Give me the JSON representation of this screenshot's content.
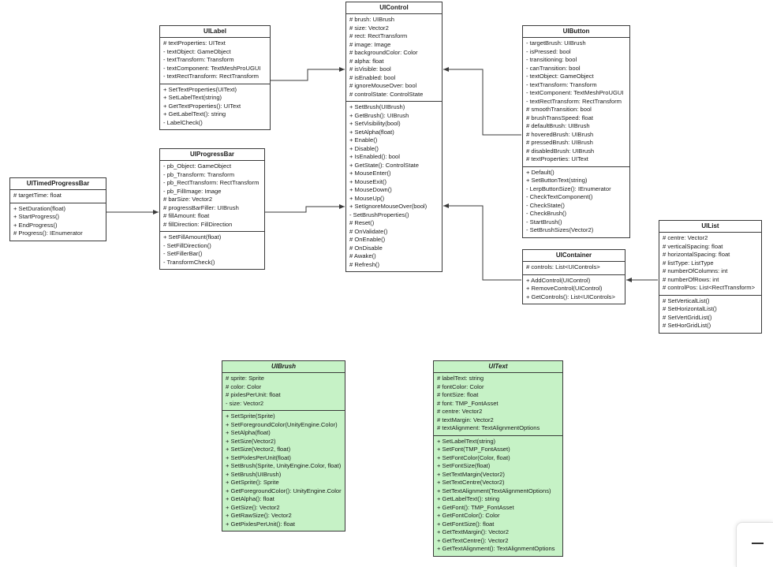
{
  "classes": [
    {
      "id": "UIControl",
      "name": "UIControl",
      "fill": "#ffffff",
      "italic": false,
      "fields": [
        "# brush: UIBrush",
        "# size: Vector2",
        "# rect: RectTransform",
        "# image: Image",
        "# backgroundColor: Color",
        "# alpha: float",
        "# isVisible: bool",
        "# isEnabled: bool",
        "# ignoreMouseOver: bool",
        "# controlState: ControlState"
      ],
      "methods": [
        "+ SetBrush(UIBrush)",
        "+ GetBrush(): UIBrush",
        "+ SetVisibility(bool)",
        "+ SetAlpha(float)",
        "+ Enable()",
        "+ Disable()",
        "+ IsEnabled(): bool",
        "+ GetState(): ControlState",
        "+ MouseEnter()",
        "+ MouseExit()",
        "+ MouseDown()",
        "+ MouseUp()",
        "+ SetIgnoreMouseOver(bool)",
        "- SetBrushProperties()",
        "# Reset()",
        "# OnValidate()",
        "# OnEnable()",
        "# OnDisable",
        "# Awake()",
        "# Refresh()"
      ]
    },
    {
      "id": "UILabel",
      "name": "UILabel",
      "fill": "#ffffff",
      "italic": false,
      "fields": [
        "# textProperties: UIText",
        "- textObject: GameObject",
        "- textTransform: Transform",
        "- textComponent: TextMeshProUGUI",
        "- textRectTransform: RectTransform"
      ],
      "methods": [
        "+ SetTextProperties(UIText)",
        "+ SetLabelText(string)",
        "+ GetTextProperties(): UIText",
        "+ GetLabelText(): string",
        "- LabelCheck()"
      ]
    },
    {
      "id": "UIProgressBar",
      "name": "UIProgressBar",
      "fill": "#ffffff",
      "italic": false,
      "fields": [
        "- pb_Object: GameObject",
        "- pb_Transform: Transform",
        "- pb_RectTransform: RectTransform",
        "- pb_FillImage: Image",
        "# barSize: Vector2",
        "# progressBarFiller: UIBrush",
        "# fillAmount: float",
        "# fillDirection: FillDirection"
      ],
      "methods": [
        "+ SetFillAmount(float)",
        "- SetFillDirection()",
        "- SetFillerBar()",
        "- TransformCheck()"
      ]
    },
    {
      "id": "UITimedProgressBar",
      "name": "UITimedProgressBar",
      "fill": "#ffffff",
      "italic": false,
      "fields": [
        "# targetTime: float"
      ],
      "methods": [
        "+ SetDuration(float)",
        "+ StartProgress()",
        "+ EndProgress()",
        "# Progress(): IEnumerator"
      ]
    },
    {
      "id": "UIButton",
      "name": "UIButton",
      "fill": "#ffffff",
      "italic": false,
      "fields": [
        "- targetBrush: UIBrush",
        "- isPressed: bool",
        "- transitioning: bool",
        "- canTransition: bool",
        "- textObject: GameObject",
        "- textTransform: Transform",
        "- textComponent: TextMeshProUGUI",
        "- textRectTransform: RectTransform",
        "# smoothTransition: bool",
        "# brushTransSpeed: float",
        "# defaultBrush: UIBrush",
        "# hoveredBrush: UIBrush",
        "# pressedBrush: UIBrush",
        "# disabledBrush: UIBrush",
        "# textProperties: UIText"
      ],
      "methods": [
        "+ Default()",
        "+ SetButtonText(string)",
        "- LerpButtonSize(): IEnumerator",
        "- CheckTextComponent()",
        "- CheckState()",
        "- CheckBrush()",
        "- StartBrush()",
        "- SetBrushSizes(Vector2)"
      ]
    },
    {
      "id": "UIContainer",
      "name": "UIContainer",
      "fill": "#ffffff",
      "italic": false,
      "fields": [
        "# controls: List<UIControls>"
      ],
      "methods": [
        "+ AddControl(UIControl)",
        "+ RemoveControl(UIControl)",
        "+ GetControls(): List<UIControls>"
      ]
    },
    {
      "id": "UIList",
      "name": "UIList",
      "fill": "#ffffff",
      "italic": false,
      "fields": [
        "# centre: Vector2",
        "# verticalSpacing: float",
        "# horizontalSpacing: float",
        "# listType: ListType",
        "# numberOfColumns: int",
        "# numberOfRows: int",
        "# controlPos: List<RectTransform>"
      ],
      "methods": [
        "# SetVerticalList()",
        "# SetHorizontalList()",
        "# SetVertGridList()",
        "# SetHorGridList()"
      ]
    },
    {
      "id": "UIBrush",
      "name": "UIBrush",
      "fill": "#c6f2c6",
      "italic": true,
      "fields": [
        "# sprite: Sprite",
        "# color: Color",
        "# pixlesPerUnit: float",
        "- size: Vector2"
      ],
      "methods": [
        "+ SetSprite(Sprite)",
        "+ SetForegroundColor(UnityEngine.Color)",
        "+ SetAlpha(float)",
        "+ SetSize(Vector2)",
        "+ SetSize(Vector2, float)",
        "+ SetPixlesPerUnit(float)",
        "+ SetBrush(Sprite, UnityEngine.Color, float)",
        "+ SetBrush(UIBrush)",
        "+ GetSprite(): Sprite",
        "+ GetForegroundColor(): UnityEngine.Color",
        "+ GetAlpha(): float",
        "+ GetSize(): Vector2",
        "+ GetRawSize(): Vector2",
        "+ GetPixlesPerUnit(): float"
      ]
    },
    {
      "id": "UIText",
      "name": "UIText",
      "fill": "#c6f2c6",
      "italic": true,
      "fields": [
        "# labelText: string",
        "# fontColor: Color",
        "# fontSize: float",
        "# font: TMP_FontAsset",
        "# centre: Vector2",
        "# textMargin: Vector2",
        "# textAlignment: TextAlignmentOptions"
      ],
      "methods": [
        "+ SetLabelText(string)",
        "+ SetFont(TMP_FontAsset)",
        "+ SetFontColor(Color, float)",
        "+ SetFontSize(float)",
        "+ SetTextMargin(Vector2)",
        "+ SetTextCentre(Vector2)",
        "+ SetTextAlignment(TextAlignmentOptions)",
        "+ GetLabelText(): string",
        "+ GetFont(): TMP_FontAsset",
        "+ GetFontColor(): Color",
        "+ GetFontSize(): float",
        "+ GetTextMargin(): Vector2",
        "+ GetTextCentre(): Vector2",
        "+ GetTextAlignment(): TextAlignmentOptions"
      ]
    }
  ],
  "relations": [
    {
      "from": "UILabel",
      "to": "UIControl",
      "type": "inheritance"
    },
    {
      "from": "UIProgressBar",
      "to": "UIControl",
      "type": "inheritance"
    },
    {
      "from": "UITimedProgressBar",
      "to": "UIProgressBar",
      "type": "inheritance"
    },
    {
      "from": "UIButton",
      "to": "UIControl",
      "type": "inheritance"
    },
    {
      "from": "UIContainer",
      "to": "UIControl",
      "type": "inheritance"
    },
    {
      "from": "UIList",
      "to": "UIContainer",
      "type": "inheritance"
    }
  ],
  "colors": {
    "line": "#3a3a3a",
    "box_border": "#3a3a3a",
    "value_class_fill": "#c6f2c6"
  },
  "widget_icon": "minus-icon"
}
